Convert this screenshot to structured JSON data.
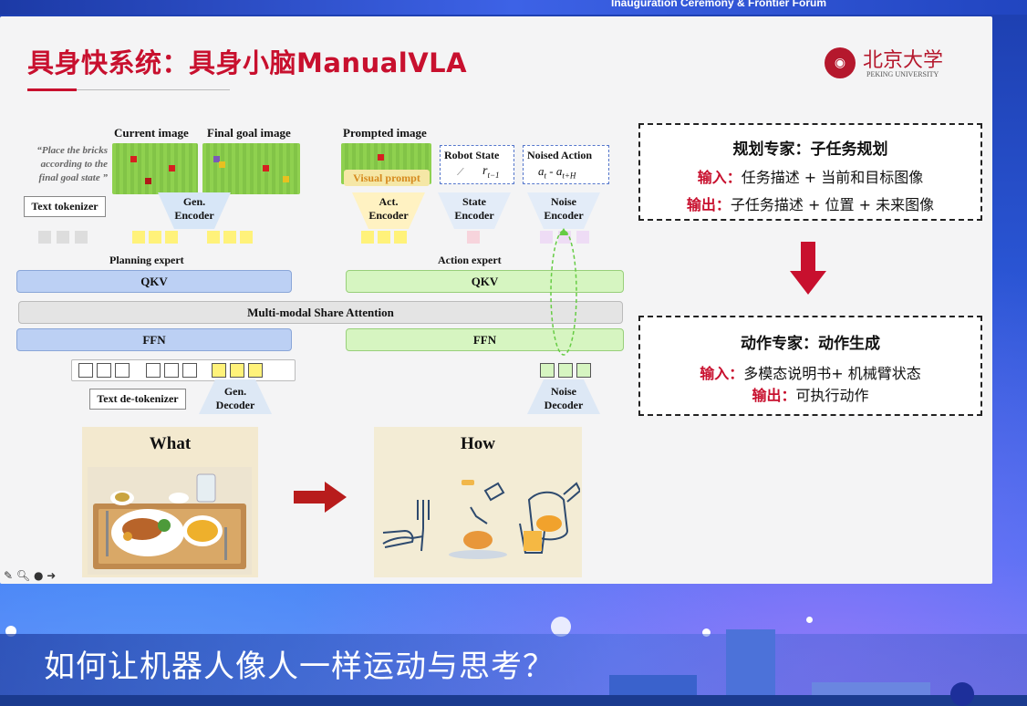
{
  "header": {
    "banner_text": "Inauguration Ceremony & Frontier Forum"
  },
  "slide": {
    "title": "具身快系统：具身小脑ManualVLA",
    "logo": {
      "name_cn": "北京大学",
      "name_en": "PEKING UNIVERSITY"
    }
  },
  "diagram": {
    "quote": "“Place the bricks according to the final goal state ”",
    "labels": {
      "current_image": "Current image",
      "final_goal_image": "Final goal image",
      "prompted_image": "Prompted image",
      "visual_prompt": "Visual prompt",
      "robot_state": "Robot State",
      "robot_state_symbol": "r",
      "robot_state_sub": "t−1",
      "noised_action": "Noised  Action",
      "noised_action_symbol": "a",
      "noised_action_sub1": "t",
      "noised_action_mid": " - a",
      "noised_action_sub2": "t+H",
      "text_tokenizer": "Text tokenizer",
      "gen_encoder": "Gen.\nEncoder",
      "act_encoder": "Act.\nEncoder",
      "state_encoder": "State\nEncoder",
      "noise_encoder": "Noise\nEncoder",
      "planning_expert": "Planning expert",
      "action_expert": "Action expert",
      "qkv": "QKV",
      "shared_attention": "Multi-modal Share Attention",
      "ffn": "FFN",
      "text_detokenizer": "Text de-tokenizer",
      "gen_decoder": "Gen.\nDecoder",
      "noise_decoder": "Noise\nDecoder"
    }
  },
  "planning_box": {
    "title": "规划专家：子任务规划",
    "input_label": "输入：",
    "input_text": "任务描述 + 当前和目标图像",
    "output_label": "输出：",
    "output_text": "子任务描述 + 位置 + 未来图像"
  },
  "action_box": {
    "title": "动作专家：动作生成",
    "input_label": "输入：",
    "input_text": "多模态说明书+ 机械臂状态",
    "output_label": "输出：",
    "output_text": "可执行动作"
  },
  "panels": {
    "what": "What",
    "how": "How"
  },
  "subtitle": "如何让机器人像人一样运动与思考？",
  "colors": {
    "accent_red": "#c8102e",
    "planning_blue": "#bcd0f4",
    "action_green": "#d6f5c1"
  }
}
